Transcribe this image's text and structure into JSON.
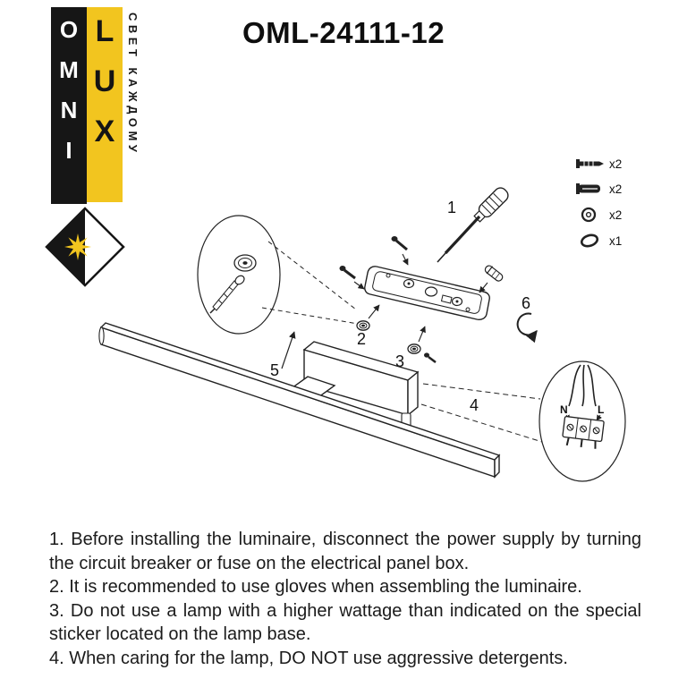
{
  "header": {
    "model": "OML-24111-12"
  },
  "logo": {
    "brand_line1": "OMNI",
    "brand_line2": "LUX",
    "tagline": "СВЕТ КАЖДОМУ",
    "colors": {
      "brand_yellow": "#f2c51f",
      "ink": "#161616"
    }
  },
  "parts_list": {
    "items": [
      {
        "name": "mounting-screw",
        "qty": "x2"
      },
      {
        "name": "wall-anchor",
        "qty": "x2"
      },
      {
        "name": "washer",
        "qty": "x2"
      },
      {
        "name": "decorative-ring",
        "qty": "x1"
      }
    ]
  },
  "diagram": {
    "step_labels": [
      "1",
      "2",
      "3",
      "4",
      "5",
      "6"
    ],
    "terminal_labels": {
      "neutral": "N",
      "live": "L"
    }
  },
  "instructions": [
    "1. Before installing the luminaire, disconnect the power supply by turning the circuit breaker or fuse on the electrical panel box.",
    "2. It is recommended to use gloves when assembling the luminaire.",
    "3. Do not use a lamp with a higher wattage than indicated on the special sticker located on the lamp base.",
    "4. When caring for the lamp, DO NOT use aggressive detergents."
  ]
}
